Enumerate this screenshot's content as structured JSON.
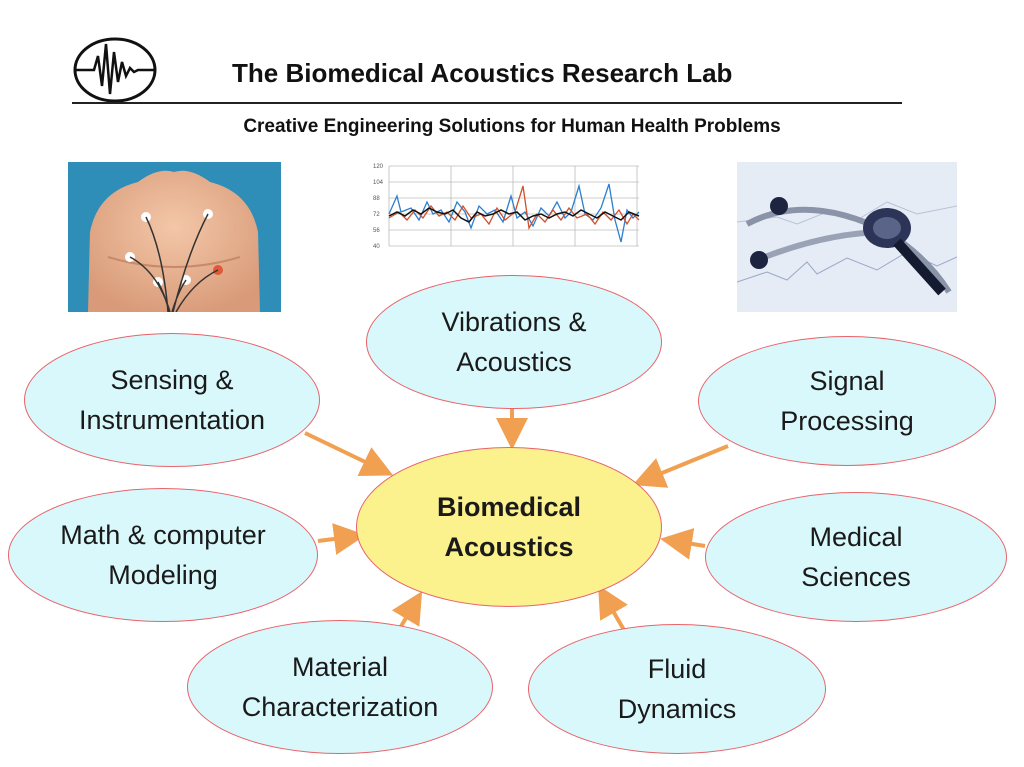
{
  "header": {
    "title": "The Biomedical Acoustics Research Lab",
    "subtitle": "Creative Engineering Solutions for Human Health Problems",
    "logo_icon": "waveform-logo-icon"
  },
  "images": {
    "left": "ecg-electrodes-chest-photo",
    "middle": "signal-trace-chart",
    "right": "stethoscope-photo",
    "middle_ticks": [
      "120",
      "104",
      "88",
      "72",
      "56",
      "40"
    ]
  },
  "diagram": {
    "center": "Biomedical\nAcoustics",
    "nodes": {
      "vibrations": "Vibrations &\nAcoustics",
      "sensing": "Sensing &\nInstrumentation",
      "signal": "Signal\nProcessing",
      "math": "Math & computer\nModeling",
      "medical": "Medical\nSciences",
      "material": "Material\nCharacterization",
      "fluid": "Fluid\nDynamics"
    },
    "colors": {
      "node_fill": "#d9f8fb",
      "center_fill": "#fbf28e",
      "node_border": "#e8636a",
      "arrow": "#f0a050"
    }
  }
}
